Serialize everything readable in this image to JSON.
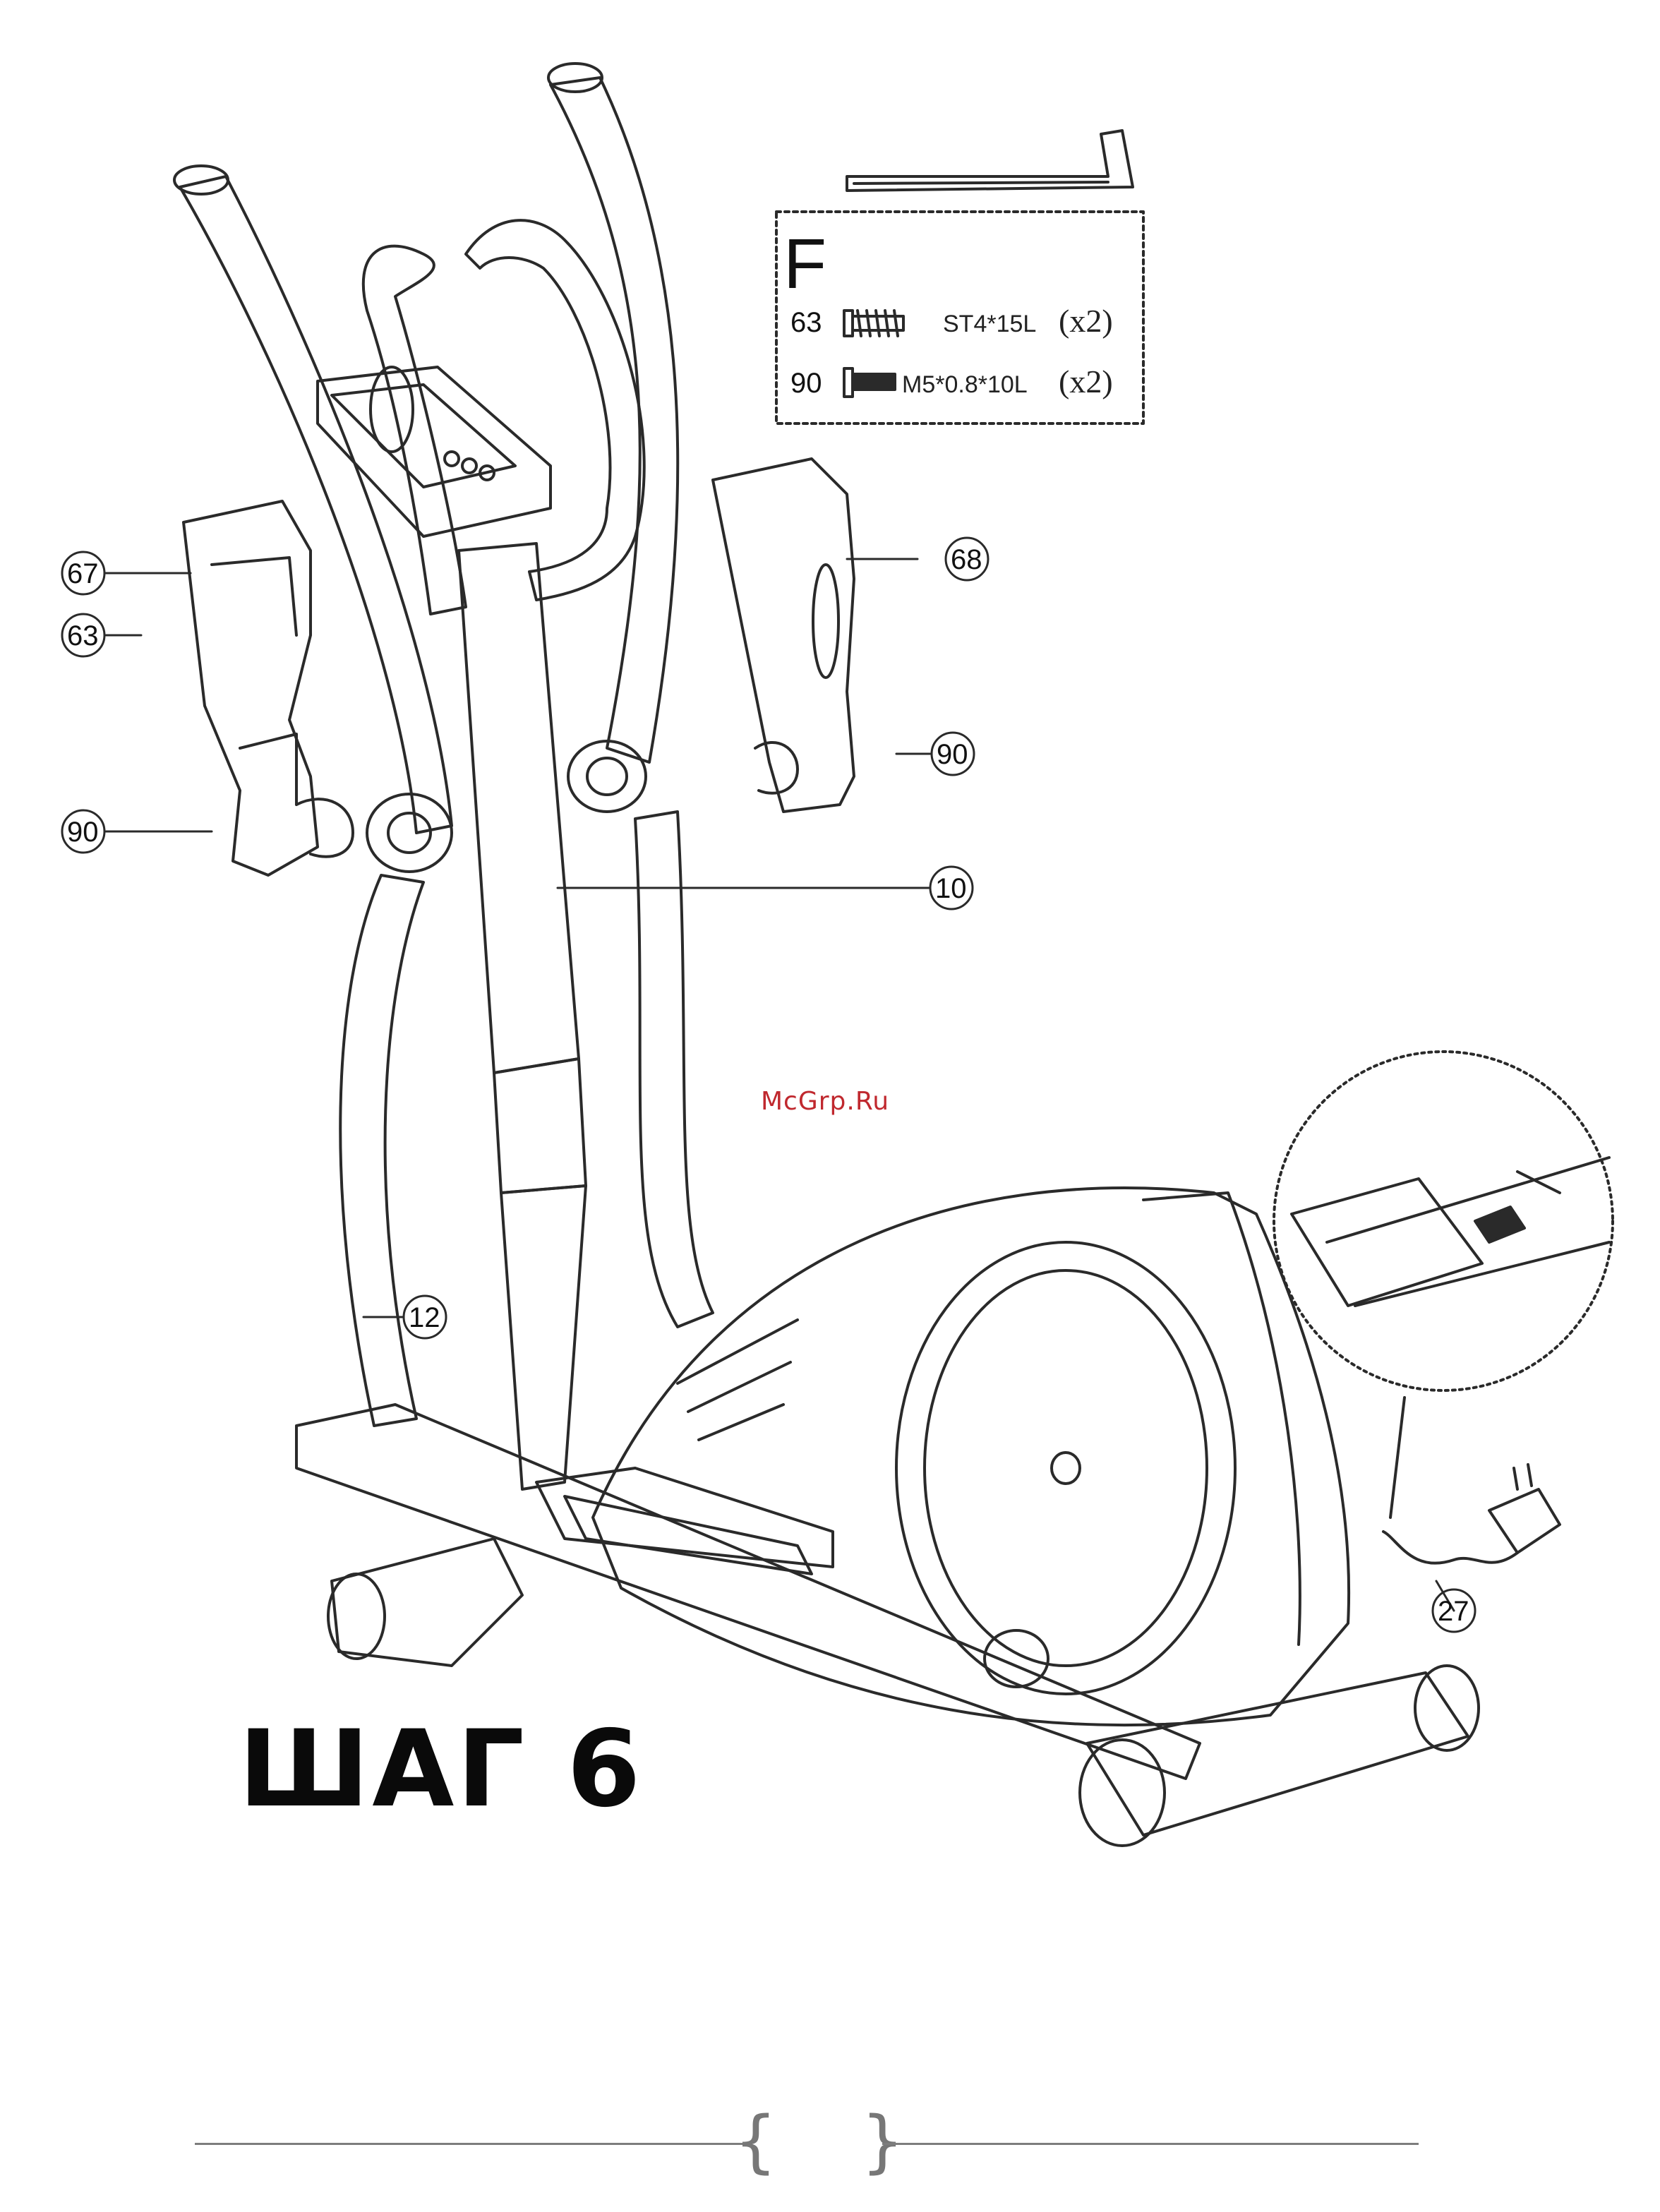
{
  "step_title": "ШАГ 6",
  "watermark": "McGrp.Ru",
  "hardware_box": {
    "letter": "F",
    "items": [
      {
        "num": "63",
        "spec": "ST4*15L",
        "qty": "(x2)"
      },
      {
        "num": "90",
        "spec": "M5*0.8*10L",
        "qty": "(x2)"
      }
    ]
  },
  "callouts": {
    "c67": "67",
    "c63": "63",
    "c90_left": "90",
    "c68": "68",
    "c90_right": "90",
    "c10": "10",
    "c12": "12",
    "c27": "27"
  },
  "footer": {
    "open": "{",
    "close": "}"
  },
  "colors": {
    "line": "#2a2a2a",
    "watermark": "#c0282e",
    "footer": "#7d7d7d"
  }
}
